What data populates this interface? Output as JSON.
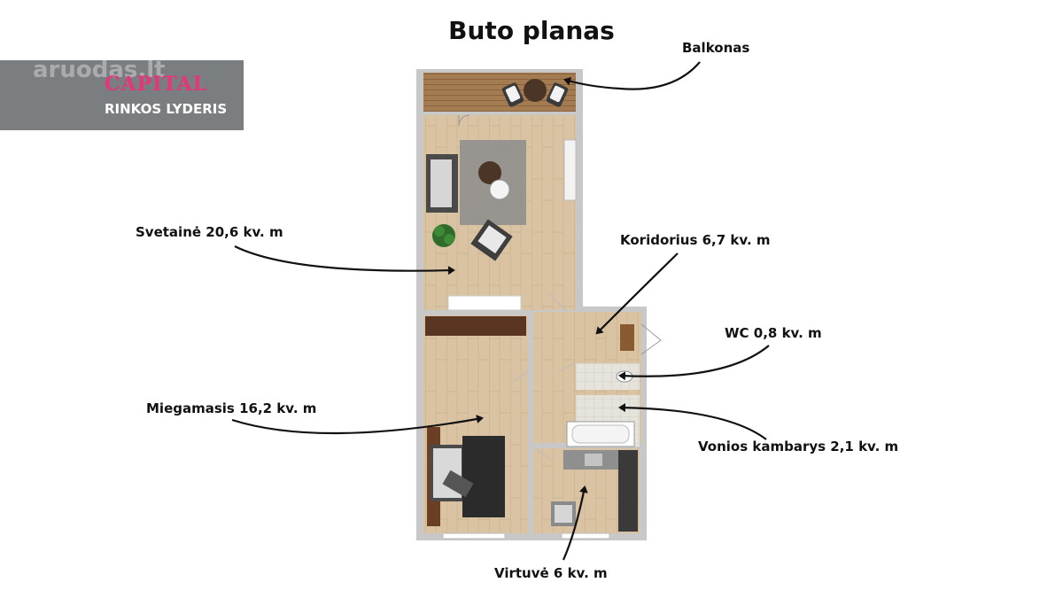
{
  "title": "Buto planas",
  "watermark": {
    "site": "aruodas.lt",
    "brand": "CAPITAL",
    "slogan": "RINKOS LYDERIS"
  },
  "rooms": {
    "balcony": "Balkonas",
    "living": "Svetainė 20,6 kv. m",
    "corridor": "Koridorius 6,7 kv. m",
    "wc": "WC 0,8 kv. m",
    "bedroom": "Miegamasis 16,2 kv. m",
    "bathroom": "Vonios kambarys 2,1 kv. m",
    "kitchen": "Virtuvė 6 kv. m"
  },
  "colors": {
    "floor": "#d8c2a2",
    "wall": "#c9c9c9",
    "balcony_deck": "#a07a52",
    "watermark_bg": "#7b7e81",
    "brand_pink": "#e6357a"
  }
}
